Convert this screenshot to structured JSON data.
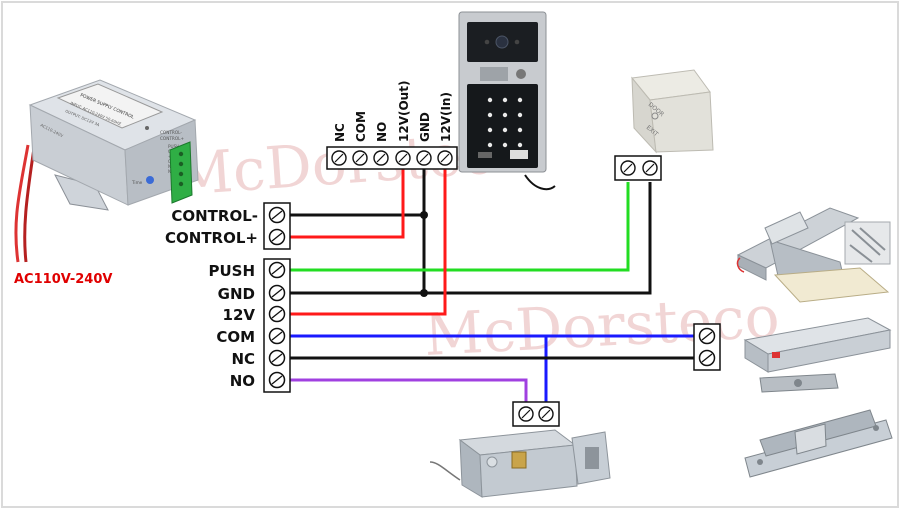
{
  "supply_label": "AC110V-240V",
  "psu_left_terminals": [
    "CONTROL-",
    "CONTROL+"
  ],
  "psu_right_terminals": [
    "PUSH",
    "GND",
    "12V",
    "COM",
    "NC",
    "NO"
  ],
  "keypad_terminals": [
    "NC",
    "COM",
    "NO",
    "12V(Out)",
    "GND",
    "12V(In)"
  ],
  "exit_button_text": [
    "DOOR",
    "EXIT"
  ],
  "psu_label_text": [
    "POWER SUPPLY CONTROL",
    "INPUT: AC110-240V 50-60HZ",
    "OUTPUT: DC12V 3A",
    "AC110-240V",
    "CONTROL-",
    "CONTROL+",
    "PUSH",
    "GND",
    "+12V",
    "COM",
    "NC",
    "NO",
    "Time"
  ],
  "watermark": "McDorsteco",
  "colors": {
    "wire_red": "#ff1a1a",
    "wire_black": "#111111",
    "wire_green": "#22dd22",
    "wire_blue": "#1a1aff",
    "wire_purple": "#a040e0",
    "supply_text": "#e00000"
  }
}
